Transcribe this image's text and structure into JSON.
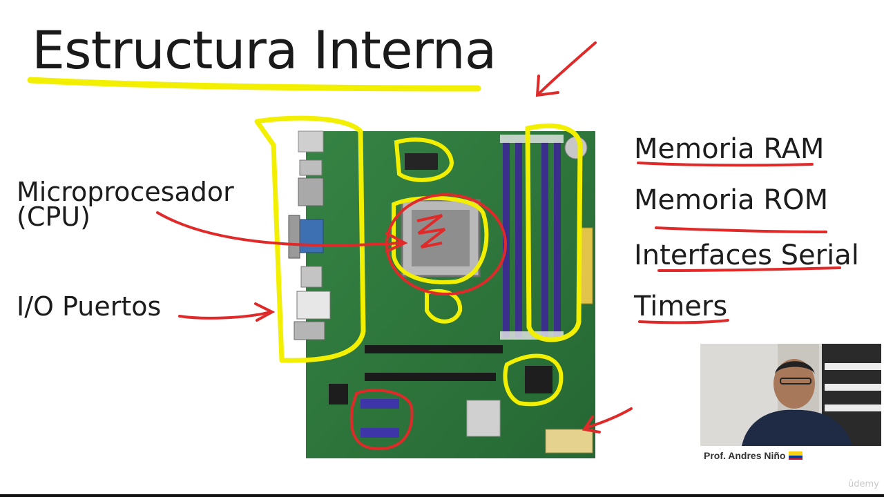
{
  "slide": {
    "title": "Estructura Interna",
    "left_labels": {
      "cpu_line1": "Microprocesador",
      "cpu_line2": "(CPU)",
      "io": "I/O Puertos"
    },
    "right_list": [
      "Memoria RAM",
      "Memoria ROM",
      "Interfaces Serial",
      "Timers"
    ]
  },
  "presenter": {
    "name": "Prof. Andres Niño",
    "flag_icon": "colombia-flag-icon"
  },
  "watermark": "ûdemy",
  "colors": {
    "highlight_yellow": "#f2f000",
    "ink_red": "#e02a2a",
    "board_green": "#2f7a3e",
    "ram_slot_purple": "#3b2f8c"
  }
}
